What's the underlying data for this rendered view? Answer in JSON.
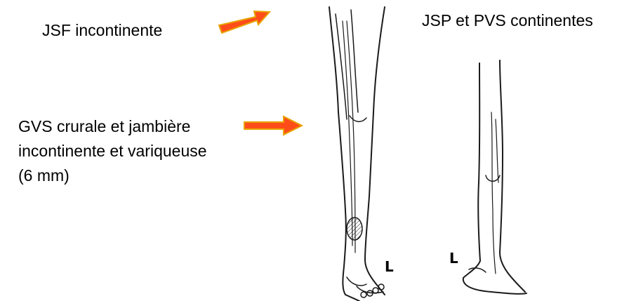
{
  "labels": {
    "jsf": "JSF incontinente",
    "jsp": "JSP et PVS continentes",
    "gvs_line1": "GVS crurale et jambière",
    "gvs_line2": "incontinente et variqueuse",
    "gvs_line3": "(6 mm)"
  },
  "side_marks": {
    "front_leg": "L",
    "back_leg": "L"
  },
  "colors": {
    "arrow_fill": "#ff4d1a",
    "arrow_stroke": "#e8a200",
    "line": "#1a1a1a"
  }
}
